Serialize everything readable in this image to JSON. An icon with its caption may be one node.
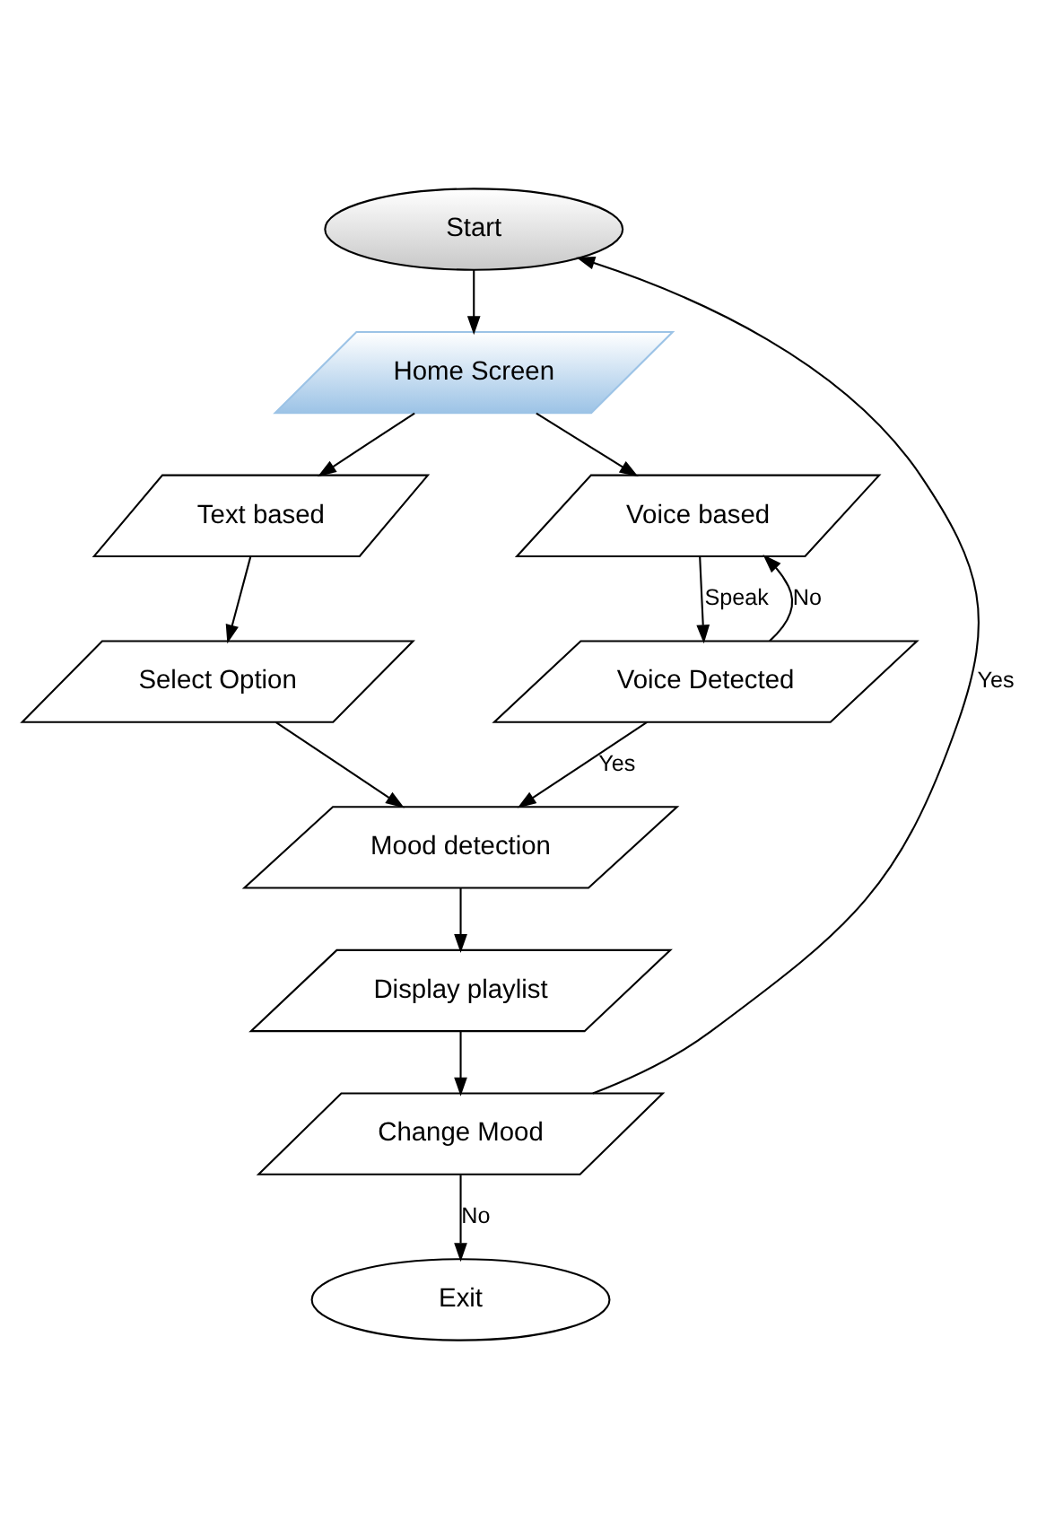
{
  "diagram": {
    "nodes": [
      {
        "text": [
          "Start"
        ]
      },
      {
        "text": [
          "Home Screen"
        ]
      },
      {
        "text": [
          "Text based"
        ]
      },
      {
        "text": [
          "Voice based"
        ]
      },
      {
        "text": [
          "Select Option"
        ]
      },
      {
        "text": [
          "Voice Detected"
        ]
      },
      {
        "text": [
          "Mood detection"
        ]
      },
      {
        "text": [
          "Display playlist"
        ]
      },
      {
        "text": [
          "Change Mood"
        ]
      },
      {
        "text": [
          "Exit"
        ]
      }
    ],
    "edges": [
      {
        "from": 0,
        "to": 1,
        "arrow": "to"
      },
      {
        "from": 1,
        "to": 2,
        "arrow": "to"
      },
      {
        "from": 1,
        "to": 3,
        "arrow": "to"
      },
      {
        "from": 2,
        "to": 4,
        "arrow": "to"
      },
      {
        "from": 3,
        "to": 5,
        "arrow": "to",
        "label": "Speak"
      },
      {
        "from": 5,
        "to": 3,
        "arrow": "to",
        "label": "No"
      },
      {
        "from": 4,
        "to": 6,
        "arrow": "to"
      },
      {
        "from": 5,
        "to": 6,
        "arrow": "to",
        "label": "Yes"
      },
      {
        "from": 6,
        "to": 7,
        "arrow": "to"
      },
      {
        "from": 7,
        "to": 8,
        "arrow": "to"
      },
      {
        "from": 8,
        "to": 0,
        "arrow": "to",
        "label": "Yes"
      },
      {
        "from": 8,
        "to": 9,
        "arrow": "to",
        "label": "No"
      }
    ]
  }
}
